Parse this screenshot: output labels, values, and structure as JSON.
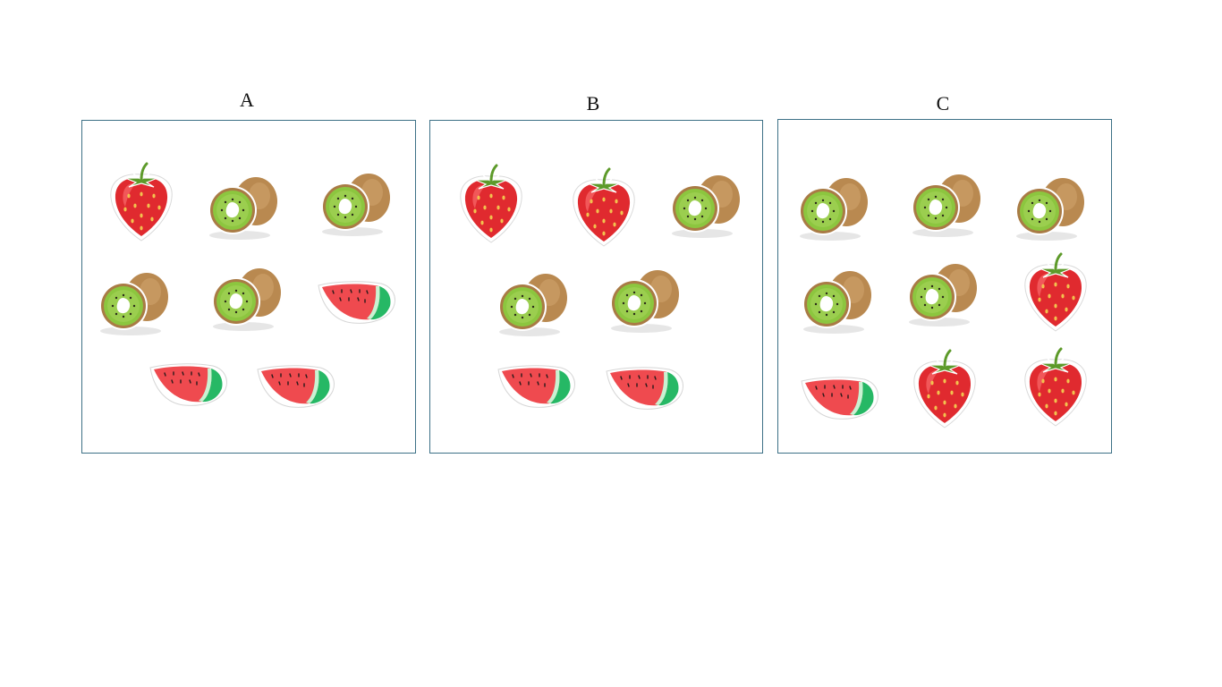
{
  "panels": [
    {
      "label": "A",
      "fruits": [
        "strawberry",
        "kiwi",
        "kiwi",
        "kiwi",
        "kiwi",
        "watermelon",
        "watermelon",
        "watermelon"
      ]
    },
    {
      "label": "B",
      "fruits": [
        "strawberry",
        "strawberry",
        "kiwi",
        "kiwi",
        "kiwi",
        "watermelon",
        "watermelon"
      ]
    },
    {
      "label": "C",
      "fruits": [
        "kiwi",
        "kiwi",
        "kiwi",
        "kiwi",
        "kiwi",
        "strawberry",
        "watermelon",
        "strawberry",
        "strawberry"
      ]
    }
  ],
  "colors": {
    "panel_border": "#3d7186",
    "strawberry_red": "#e02a2f",
    "strawberry_leaf": "#5d9a2a",
    "seed": "#f2c14e",
    "kiwi_skin": "#b98950",
    "kiwi_flesh": "#8cc63f",
    "kiwi_core": "#ffffff",
    "watermelon_flesh": "#ef4a4f",
    "watermelon_rind": "#26b865"
  }
}
